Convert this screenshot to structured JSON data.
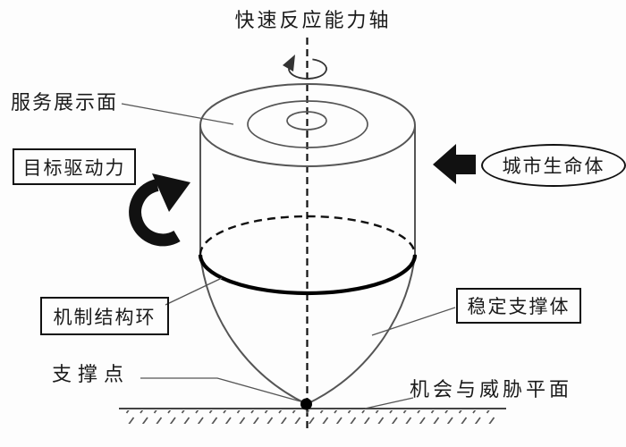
{
  "diagram": {
    "title": "快速反应能力轴",
    "labels": {
      "service_surface": "服务展示面",
      "goal_drive": "目标驱动力",
      "city_organism": "城市生命体",
      "mechanism_ring": "机制结构环",
      "stable_support": "稳定支撑体",
      "pivot_point": "支撑点",
      "ground_plane": "机会与威胁平面"
    },
    "colors": {
      "ink": "#111111",
      "outline_gray": "#555555",
      "ground_gray": "#444444",
      "background": "#fdfdfd"
    }
  }
}
